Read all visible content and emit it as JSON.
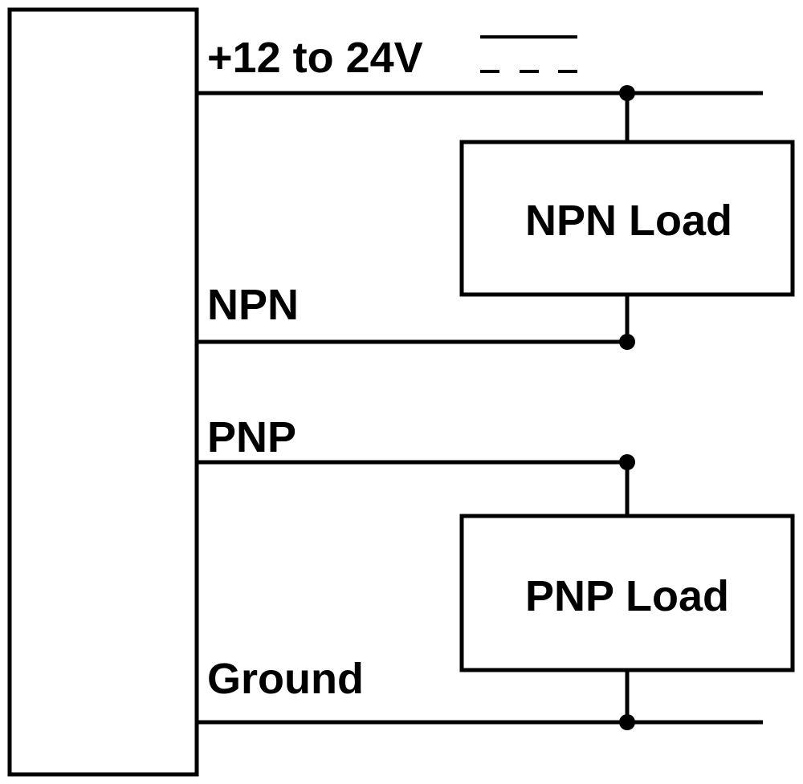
{
  "supply_label": "+12 to 24V",
  "npn_label": "NPN",
  "pnp_label": "PNP",
  "ground_label": "Ground",
  "npn_load_label": "NPN Load",
  "pnp_load_label": "PNP Load",
  "colors": {
    "line": "#000000",
    "background": "#ffffff"
  },
  "icons": {
    "dc_symbol": "dc-voltage-icon"
  }
}
